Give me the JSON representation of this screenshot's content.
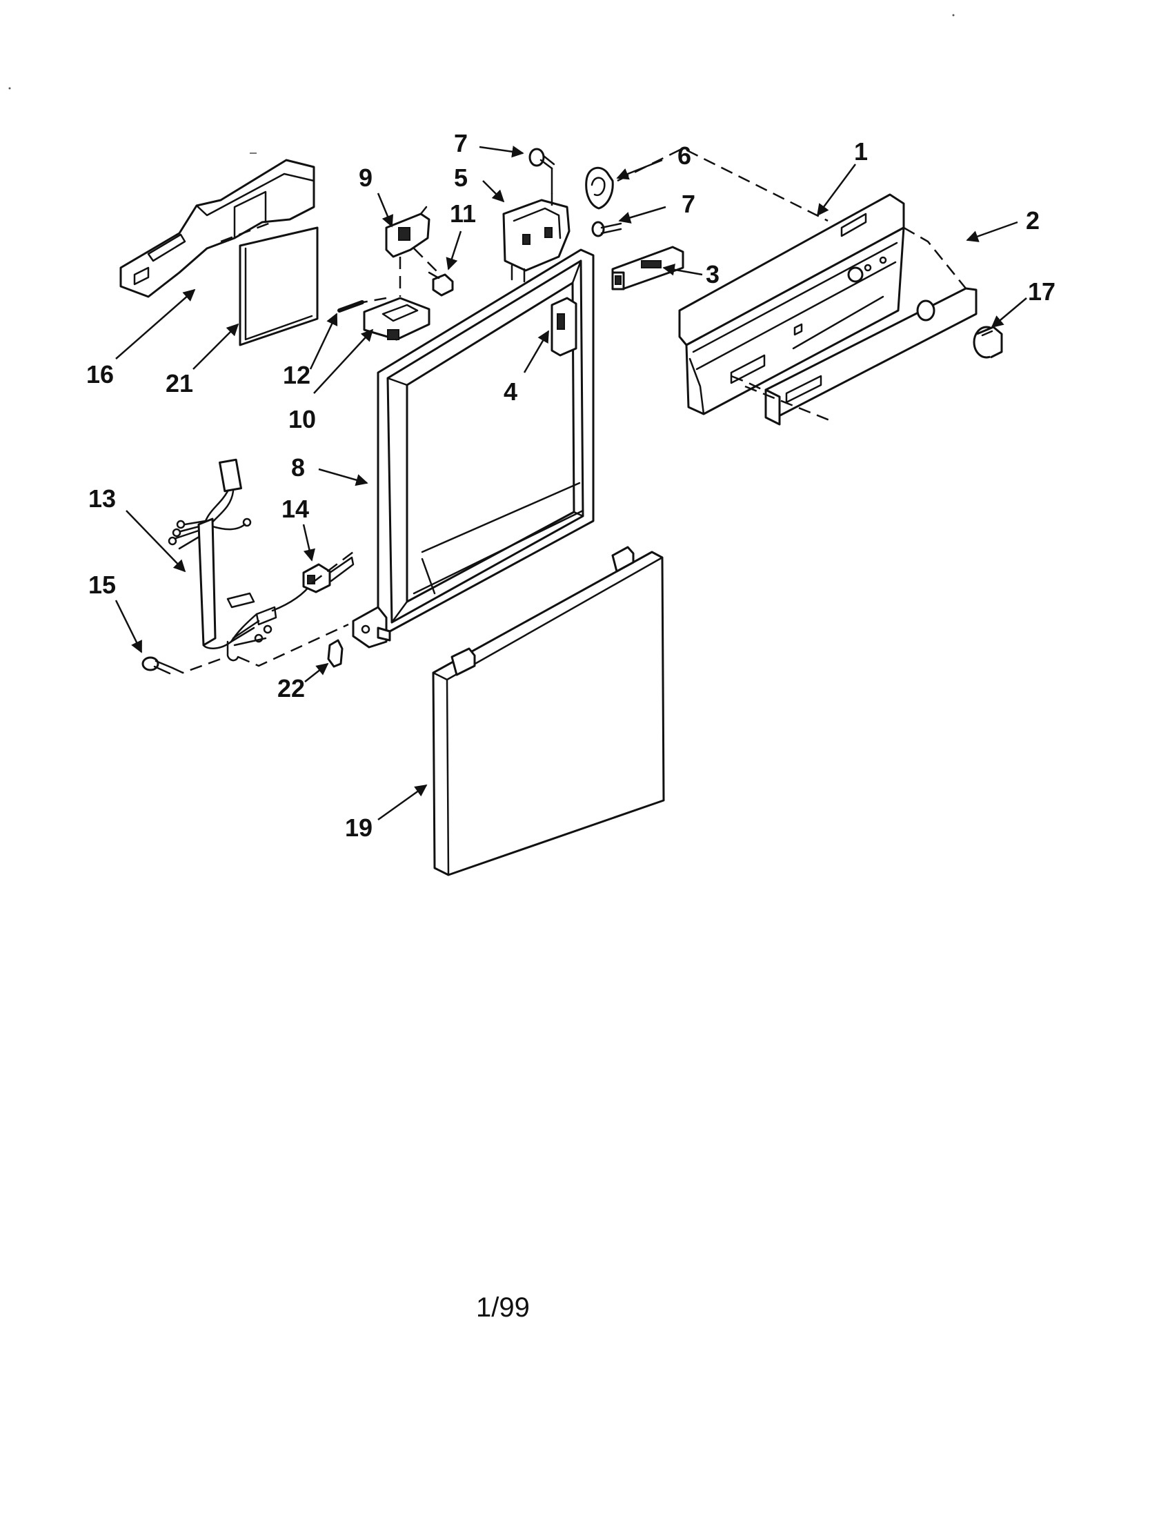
{
  "callouts": [
    {
      "id": "1",
      "text": "1"
    },
    {
      "id": "2",
      "text": "2"
    },
    {
      "id": "3",
      "text": "3"
    },
    {
      "id": "4",
      "text": "4"
    },
    {
      "id": "5",
      "text": "5"
    },
    {
      "id": "6",
      "text": "6"
    },
    {
      "id": "7a",
      "text": "7"
    },
    {
      "id": "7b",
      "text": "7"
    },
    {
      "id": "8",
      "text": "8"
    },
    {
      "id": "9",
      "text": "9"
    },
    {
      "id": "10",
      "text": "10"
    },
    {
      "id": "11",
      "text": "11"
    },
    {
      "id": "12",
      "text": "12"
    },
    {
      "id": "13",
      "text": "13"
    },
    {
      "id": "14",
      "text": "14"
    },
    {
      "id": "15",
      "text": "15"
    },
    {
      "id": "16",
      "text": "16"
    },
    {
      "id": "17",
      "text": "17"
    },
    {
      "id": "19",
      "text": "19"
    },
    {
      "id": "21",
      "text": "21"
    },
    {
      "id": "22",
      "text": "22"
    }
  ],
  "footer": {
    "date_code": "1/99"
  },
  "colors": {
    "ink": "#111111",
    "paper": "#ffffff"
  }
}
